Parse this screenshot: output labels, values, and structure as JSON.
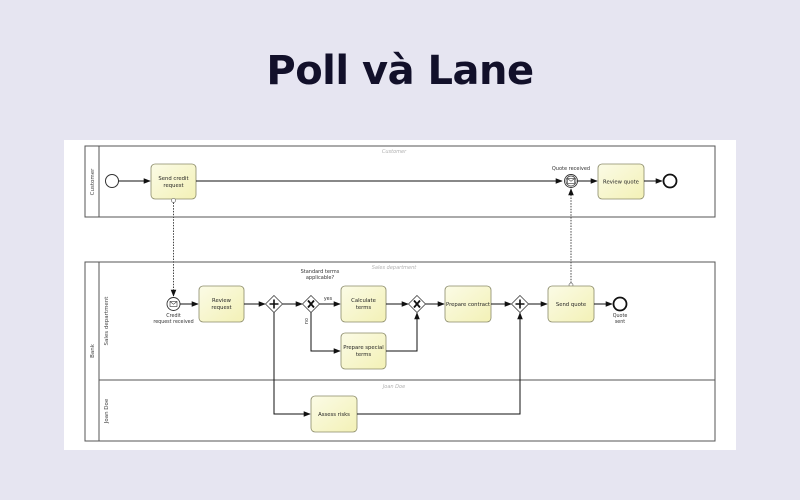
{
  "title": "Poll và Lane",
  "diagram": {
    "pools": {
      "customer": {
        "label": "Customer",
        "watermark": "Customer"
      },
      "bank": {
        "label": "Bank",
        "lanes": {
          "sales": {
            "label": "Sales department",
            "watermark": "Sales department"
          },
          "joan": {
            "label": "Joan Doe",
            "watermark": "Joan Doe"
          }
        }
      }
    },
    "tasks": {
      "send_credit_request": [
        "Send credit",
        "request"
      ],
      "review_quote": "Review quote",
      "review_request": [
        "Review",
        "request"
      ],
      "calculate_terms": [
        "Calculate",
        "terms"
      ],
      "prepare_special_terms": [
        "Prepare special",
        "terms"
      ],
      "prepare_contract": "Prepare contract",
      "send_quote": "Send quote",
      "assess_risks": "Assess risks"
    },
    "events": {
      "quote_received": "Quote received",
      "credit_request_received": [
        "Credit",
        "request received"
      ],
      "quote_sent": [
        "Quote",
        "sent"
      ]
    },
    "gateways": {
      "standard_terms": [
        "Standard terms",
        "applicable?"
      ],
      "yes_label": "yes",
      "no_label": "no"
    },
    "colors": {
      "task_fill_light": "#fdfde8",
      "task_fill_dark": "#f4f2b4",
      "task_stroke": "#8a8a6a",
      "line": "#1a1a1a",
      "watermark": "#b0b0b0",
      "background": "#e6e5f1"
    }
  }
}
